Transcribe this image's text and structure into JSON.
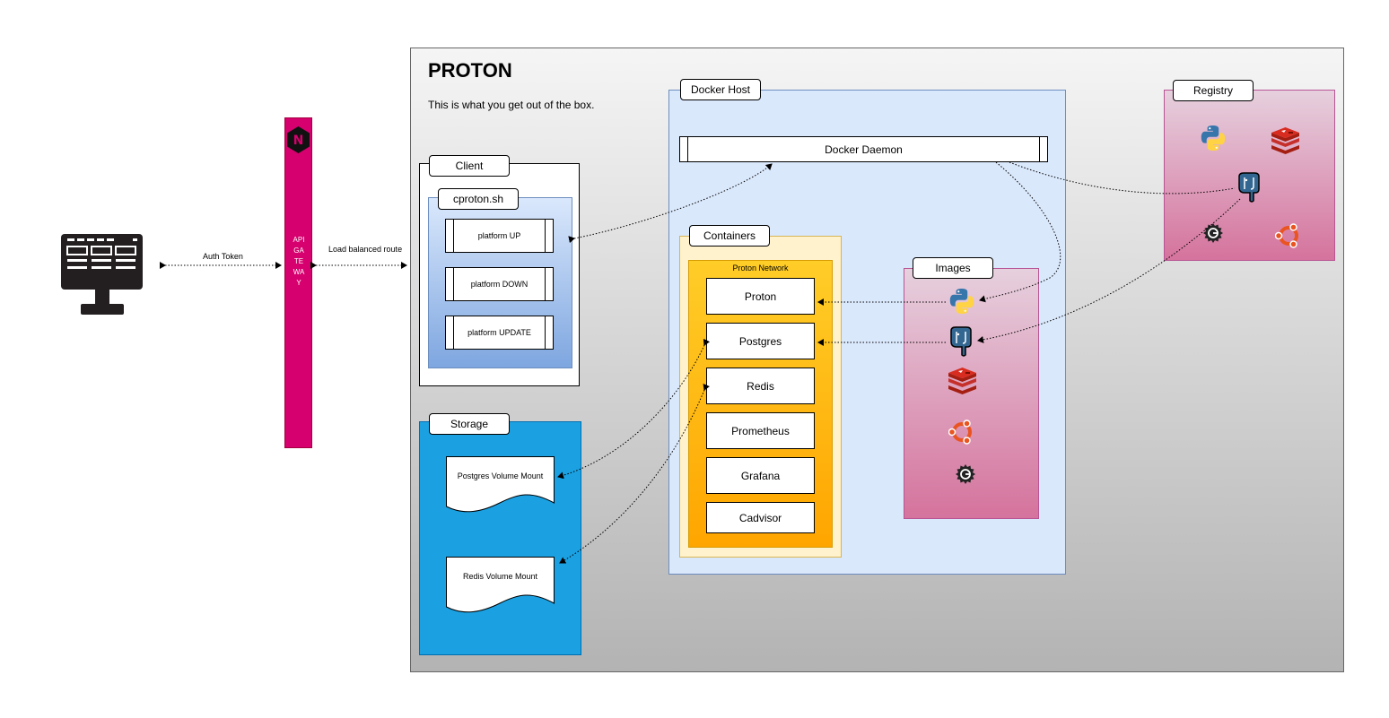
{
  "title": "PROTON",
  "subtitle": "This is what you get out of the box.",
  "gateway_label": "API GATEWAY",
  "gateway_logo": "N",
  "edges": {
    "auth_token": "Auth Token",
    "load_balanced": "Load balanced route"
  },
  "client": {
    "label": "Client",
    "script_label": "cproton.sh",
    "commands": [
      "platform UP",
      "platform DOWN",
      "platform UPDATE"
    ]
  },
  "storage": {
    "label": "Storage",
    "mounts": [
      "Postgres Volume Mount",
      "Redis Volume Mount"
    ]
  },
  "docker_host": {
    "label": "Docker Host",
    "daemon": "Docker Daemon"
  },
  "containers": {
    "label": "Containers",
    "network": "Proton Network",
    "items": [
      "Proton",
      "Postgres",
      "Redis",
      "Prometheus",
      "Grafana",
      "Cadvisor"
    ]
  },
  "images": {
    "label": "Images"
  },
  "registry": {
    "label": "Registry"
  },
  "icons": [
    "monitor-icon",
    "nginx-icon",
    "python-icon",
    "postgres-icon",
    "redis-icon",
    "ubuntu-icon",
    "grafana-icon"
  ],
  "colors": {
    "gateway": "#d6006e",
    "storage": "#1ba1e2",
    "docker_host": "#dae8fc",
    "containers": "#fff2cc",
    "network": "#ffa500",
    "images": "#e6a3c4",
    "registry": "#e6a3c4"
  }
}
